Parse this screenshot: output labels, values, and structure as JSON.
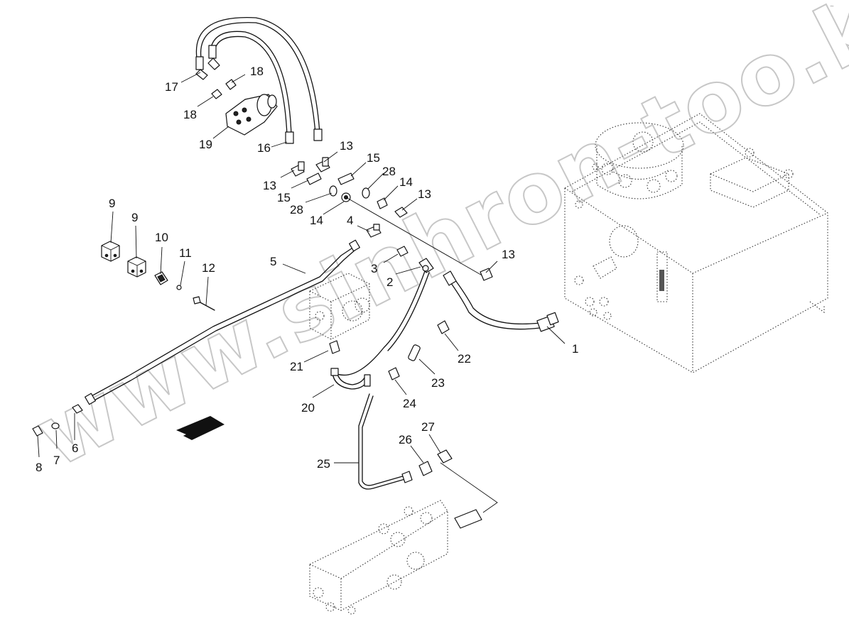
{
  "watermark": "www.sinhron-too.kz",
  "corner_mark": "~",
  "callouts": [
    {
      "id": "c1",
      "text": "1"
    },
    {
      "id": "c2",
      "text": "2"
    },
    {
      "id": "c3",
      "text": "3"
    },
    {
      "id": "c4",
      "text": "4"
    },
    {
      "id": "c5",
      "text": "5"
    },
    {
      "id": "c6",
      "text": "6"
    },
    {
      "id": "c7",
      "text": "7"
    },
    {
      "id": "c8",
      "text": "8"
    },
    {
      "id": "c9a",
      "text": "9"
    },
    {
      "id": "c9b",
      "text": "9"
    },
    {
      "id": "c10",
      "text": "10"
    },
    {
      "id": "c11",
      "text": "11"
    },
    {
      "id": "c12",
      "text": "12"
    },
    {
      "id": "c13a",
      "text": "13"
    },
    {
      "id": "c13b",
      "text": "13"
    },
    {
      "id": "c13c",
      "text": "13"
    },
    {
      "id": "c13d",
      "text": "13"
    },
    {
      "id": "c14a",
      "text": "14"
    },
    {
      "id": "c14b",
      "text": "14"
    },
    {
      "id": "c15a",
      "text": "15"
    },
    {
      "id": "c15b",
      "text": "15"
    },
    {
      "id": "c16",
      "text": "16"
    },
    {
      "id": "c17",
      "text": "17"
    },
    {
      "id": "c18a",
      "text": "18"
    },
    {
      "id": "c18b",
      "text": "18"
    },
    {
      "id": "c19",
      "text": "19"
    },
    {
      "id": "c20",
      "text": "20"
    },
    {
      "id": "c21",
      "text": "21"
    },
    {
      "id": "c22",
      "text": "22"
    },
    {
      "id": "c23",
      "text": "23"
    },
    {
      "id": "c24",
      "text": "24"
    },
    {
      "id": "c25",
      "text": "25"
    },
    {
      "id": "c26",
      "text": "26"
    },
    {
      "id": "c27",
      "text": "27"
    },
    {
      "id": "c28a",
      "text": "28"
    },
    {
      "id": "c28b",
      "text": "28"
    }
  ]
}
